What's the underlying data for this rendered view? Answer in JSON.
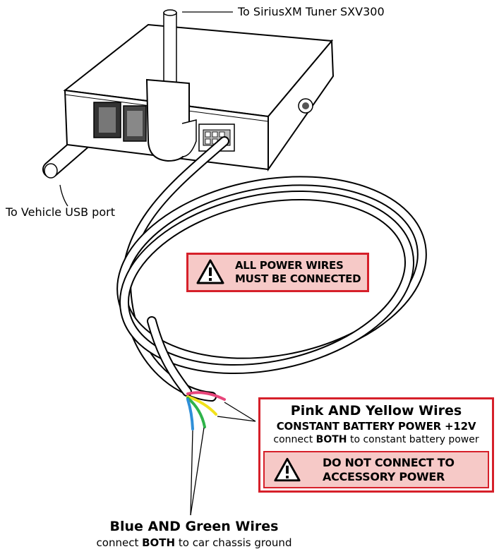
{
  "labels": {
    "tuner": "To SiriusXM Tuner SXV300",
    "usb": "To Vehicle USB port"
  },
  "warning_top": {
    "line1": "ALL POWER WIRES",
    "line2": "MUST BE CONNECTED"
  },
  "pink_yellow": {
    "title": "Pink AND Yellow Wires",
    "subtitle": "CONSTANT BATTERY POWER +12V",
    "desc_pre": "connect ",
    "desc_bold": "BOTH",
    "desc_post": " to constant battery power",
    "warning_line1": "DO NOT CONNECT TO",
    "warning_line2": "ACCESSORY POWER"
  },
  "blue_green": {
    "title": "Blue AND Green Wires",
    "desc_pre": "connect ",
    "desc_bold": "BOTH",
    "desc_post": " to car chassis ground"
  },
  "colors": {
    "warning_red": "#d6202a",
    "warning_fill": "#f6c9c7",
    "wire_pink": "#e8457a",
    "wire_yellow": "#f2e21c",
    "wire_green": "#2fb34a",
    "wire_blue": "#2f8fd8"
  },
  "icons": [
    "warning-triangle-icon",
    "warning-triangle-icon"
  ]
}
